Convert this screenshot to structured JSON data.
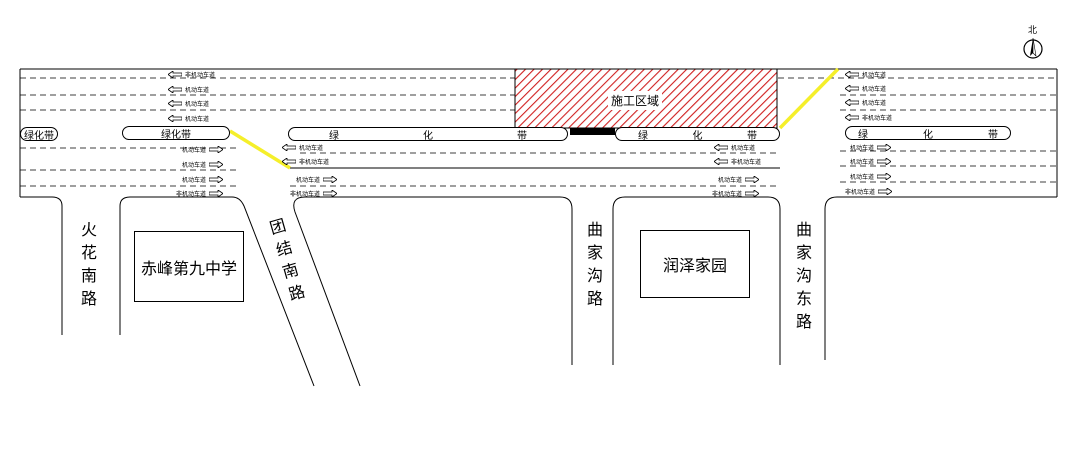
{
  "compass": {
    "north_label": "北"
  },
  "construction": {
    "label": "施工区域",
    "color": "#d02020"
  },
  "highlight_color": "#f5ef2a",
  "greenbelts": {
    "left_stub": "绿化带",
    "left": "绿化带",
    "middle": [
      "绿",
      "化",
      "带"
    ],
    "right_mid": [
      "绿",
      "化",
      "带"
    ],
    "right": [
      "绿",
      "化",
      "带"
    ]
  },
  "roads": {
    "huohua_south": "火花南路",
    "tuanjie_south": "团结南路",
    "qujiagou": "曲家沟路",
    "qujiagou_east": "曲家沟东路"
  },
  "buildings": {
    "school": "赤峰第九中学",
    "residence": "润泽家园"
  },
  "lanes": {
    "motor": "机动车道",
    "nonmotor": "非机动车道"
  }
}
